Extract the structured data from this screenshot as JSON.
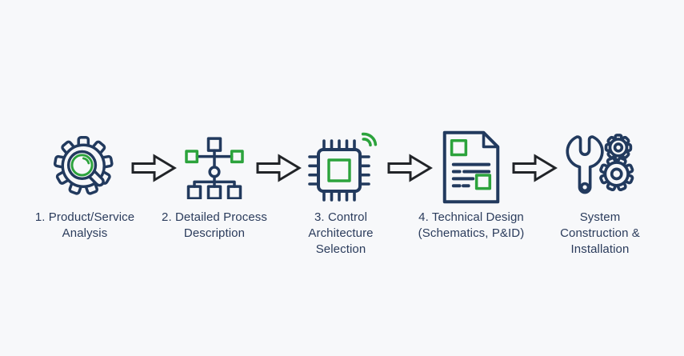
{
  "palette": {
    "bg": "#f7f8fa",
    "navy": "#223a5e",
    "green": "#2ca33c",
    "arrow": "#212428",
    "text": "#2b3c5c"
  },
  "diagram": {
    "type": "process-flow",
    "connector_shape": "block-arrow-right",
    "connector_count": 4,
    "steps": [
      {
        "icon": "gear-magnifier-icon",
        "label": "1. Product/Service Analysis",
        "label_lines": [
          "1. Product/Service",
          "Analysis"
        ]
      },
      {
        "icon": "hierarchy-tree-icon",
        "label": "2. Detailed Process Description",
        "label_lines": [
          "2. Detailed Process",
          "Description"
        ]
      },
      {
        "icon": "microchip-wifi-icon",
        "label": "3. Control Architecture Selection",
        "label_lines": [
          "3. Control",
          "Architecture",
          "Selection"
        ]
      },
      {
        "icon": "document-schematic-icon",
        "label": "4. Technical Design (Schematics, P&ID)",
        "label_lines": [
          "4. Technical Design",
          "(Schematics, P&ID)"
        ]
      },
      {
        "icon": "wrench-gears-icon",
        "label": "System Construction & Installation",
        "label_lines": [
          "System",
          "Construction &",
          "Installation"
        ]
      }
    ]
  }
}
